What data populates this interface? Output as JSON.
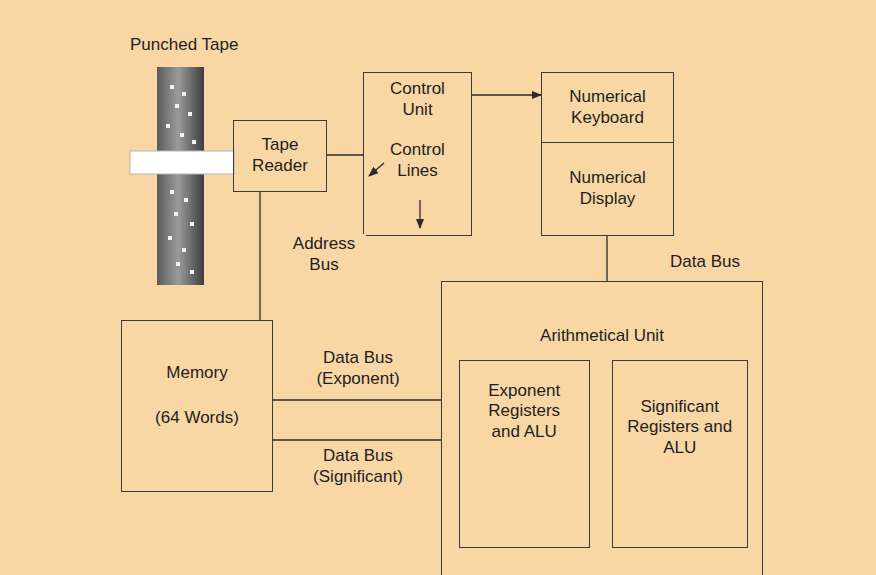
{
  "diagram": {
    "nodes": [
      {
        "text": [
          "Punched Tape"
        ]
      },
      {
        "text": [
          "Tape Reader"
        ]
      },
      {
        "text": [
          "Control Unit",
          "Control Lines"
        ]
      },
      {
        "text": [
          "Numerical Keyboard"
        ]
      },
      {
        "text": [
          "Numerical Display"
        ]
      },
      {
        "text": [
          "Memory",
          "(64 Words)"
        ]
      },
      {
        "text": [
          "Arithmetical Unit"
        ]
      },
      {
        "text": [
          "Exponent Registers and ALU"
        ],
        "in": 6
      },
      {
        "text": [
          "Significant Registers and ALU"
        ],
        "in": 6
      }
    ],
    "edges": [
      {
        "from": 1,
        "to": 2,
        "arrow": "none"
      },
      {
        "from": 2,
        "to": 3,
        "arrow": "to"
      },
      {
        "from": 1,
        "to": 5,
        "label": "Address Bus",
        "arrow": "none"
      },
      {
        "from": 4,
        "to": 6,
        "label": "Data Bus",
        "arrow": "none"
      },
      {
        "from": 5,
        "to": 6,
        "label": "Data Bus (Exponent)",
        "arrow": "none"
      },
      {
        "from": 5,
        "to": 6,
        "label": "Data Bus (Significant)",
        "arrow": "none"
      }
    ]
  }
}
